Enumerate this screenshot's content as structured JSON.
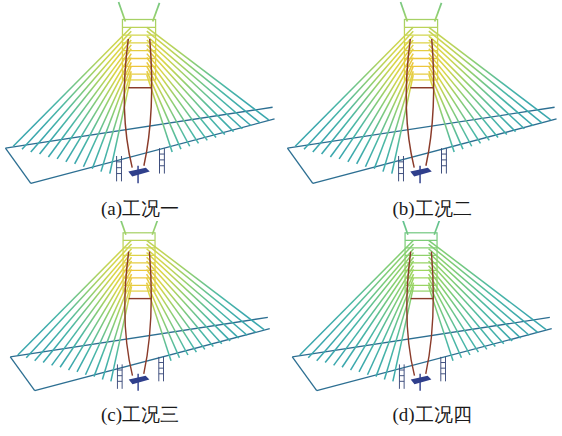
{
  "diagram": {
    "labels": [
      "(a)工况一",
      "(b)工况二",
      "(c)工况三",
      "(d)工况四"
    ]
  }
}
